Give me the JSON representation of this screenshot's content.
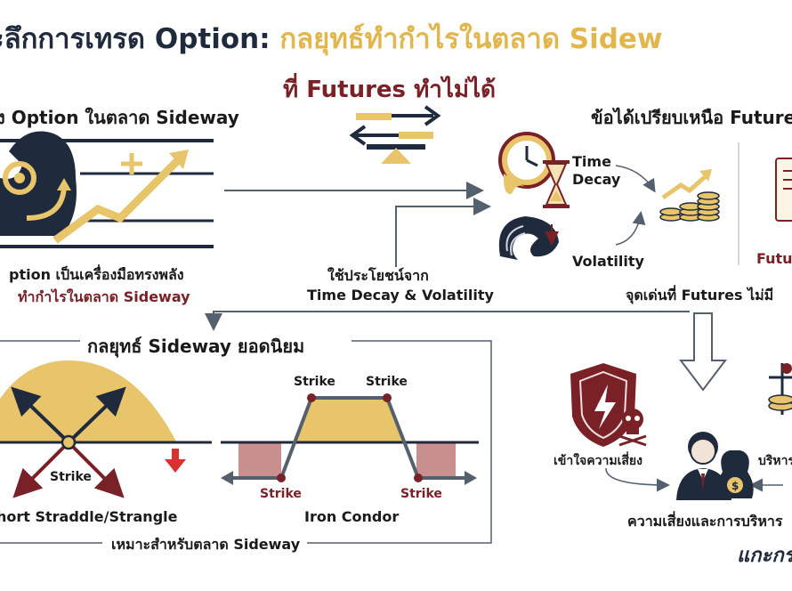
{
  "header": {
    "title_prefix": "ะลึกการเทรด Option:",
    "title_highlight": "กลยุทธ์ทำกำไรในตลาด Sidew",
    "subtitle": "ที่ Futures ทำไม่ได้"
  },
  "left_panel": {
    "heading": "ง Option ในตลาด Sideway",
    "caption_line1": "ption เป็นเครื่องมือทรงพลัง",
    "caption_line2": "ทำกำไรในตลาด Sideway",
    "icon": "flexed-arm-growth-icon"
  },
  "middle": {
    "balance_icon": "balance-arrows-icon",
    "use_label_line1": "ใช้ประโยชน์จาก",
    "use_label_line2": "Time Decay & Volatility"
  },
  "advantage_panel": {
    "heading": "ข้อได้เปรียบเหนือ Futures",
    "time_decay_line1": "Time",
    "time_decay_line2": "Decay",
    "volatility": "Volatility",
    "futures_label": "Futu",
    "footer": "จุดเด่นที่ Futures ไม่มี"
  },
  "strategies_panel": {
    "heading": "กลยุทธ์ Sideway ยอดนิยม",
    "straddle_strike": "Strike",
    "straddle_name": "hort Straddle/Strangle",
    "condor_strike_labels": [
      "Strike",
      "Strike",
      "Strike",
      "Strike"
    ],
    "condor_name": "Iron Condor",
    "footer": "เหมาะสำหรับตลาด Sideway"
  },
  "risk_panel": {
    "understand_risk": "เข้าใจความเสี่ยง",
    "manage_partial": "บริหาร",
    "footer": "ความเสี่ยงและการบริหาร",
    "signature": "แกะกร"
  },
  "colors": {
    "navy": "#1f2a3c",
    "gold": "#e8c46a",
    "maroon": "#7a2127",
    "pink": "#c98f8f",
    "gray_arrow": "#55606e"
  }
}
